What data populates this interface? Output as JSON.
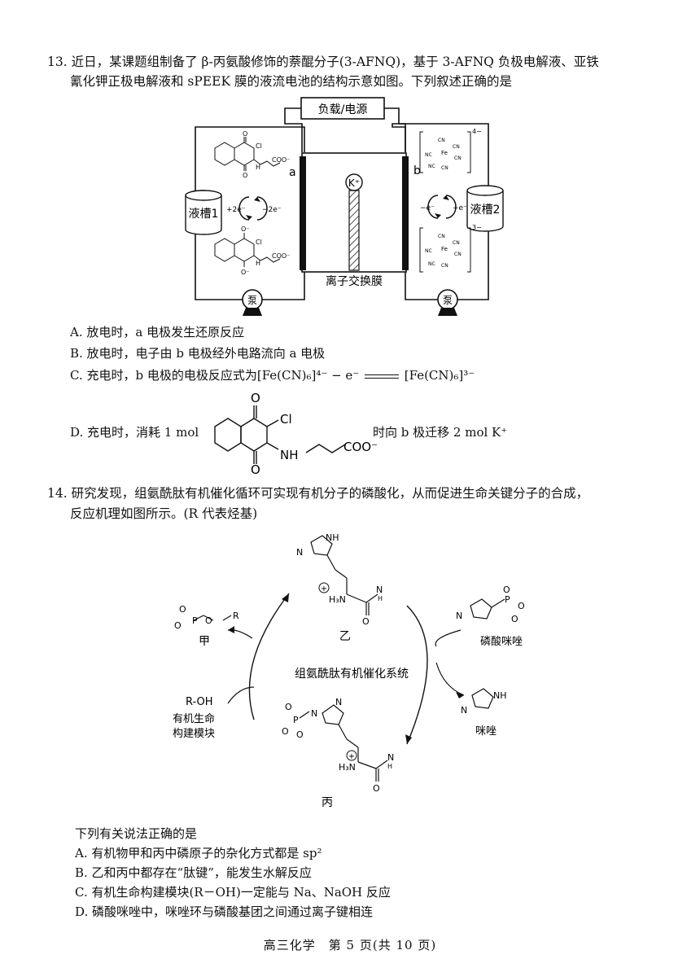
{
  "q13": {
    "stem_line1": "13. 近日，某课题组制备了 β-丙氨酸修饰的萘醌分子(3-AFNQ)，基于 3-AFNQ 负极电解液、亚铁",
    "stem_line2": "氰化钾正极电解液和 sPEEK 膜的液流电池的结构示意如图。下列叙述正确的是",
    "diagram": {
      "load_label": "负载/电源",
      "electrode_a": "a",
      "electrode_b": "b",
      "ion_label": "K⁺",
      "tank1": "液槽1",
      "tank2": "液槽2",
      "pump": "泵",
      "membrane_label": "离子交换膜",
      "left_plus": "+2e⁻",
      "left_minus": "−2e⁻",
      "right_minus": "−e⁻",
      "right_plus": "+e⁻",
      "charge_top": "4−",
      "charge_bottom": "3−",
      "cl": "Cl",
      "h": "H",
      "n": "N",
      "o": "O",
      "o_minus": "O⁻",
      "coo_minus": "COO⁻",
      "fe": "Fe",
      "cn": "CN",
      "nc": "NC"
    },
    "options": {
      "A": "A. 放电时，a 电极发生还原反应",
      "B": "B. 放电时，电子由 b 电极经外电路流向 a 电极",
      "C_prefix": "C. 充电时，b 电极的电极反应式为",
      "C_eq1": "[Fe(CN)₆]⁴⁻",
      "C_mid": "− e⁻",
      "C_eq2": "[Fe(CN)₆]³⁻",
      "D_prefix": "D. 充电时，消耗 1 mol",
      "D_suffix": "时向 b 极迁移 2 mol K⁺",
      "D_o": "O",
      "D_cl": "Cl",
      "D_nh": "NH",
      "D_coo": "COO⁻"
    }
  },
  "q14": {
    "stem_line1": "14. 研究发现，组氨酰肽有机催化循环可实现有机分子的磷酸化，从而促进生命关键分子的合成，",
    "stem_line2": "反应机理如图所示。(R 代表烃基)",
    "cycle_center": "组氨酰肽有机催化系统",
    "jia": "甲",
    "yi": "乙",
    "bing": "丙",
    "roh": "R-OH",
    "building_block_1": "有机生命",
    "building_block_2": "构建模块",
    "phosphoryl_imidazole": "磷酸咪唑",
    "imidazole": "咪唑",
    "atoms": {
      "nh": "NH",
      "n": "N",
      "h3n": "H₃N",
      "o": "O",
      "p": "P",
      "r": "R",
      "h": "H",
      "plus": "+",
      "minus": "−"
    },
    "sub_stem": "下列有关说法正确的是",
    "options": {
      "A": "A. 有机物甲和丙中磷原子的杂化方式都是 sp²",
      "B": "B. 乙和丙中都存在“肽键”，能发生水解反应",
      "C": "C. 有机生命构建模块(R－OH)一定能与 Na、NaOH 反应",
      "D": "D. 磷酸咪唑中，咪唑环与磷酸基团之间通过离子键相连"
    }
  },
  "footer": "高三化学　第 5 页(共 10 页)"
}
